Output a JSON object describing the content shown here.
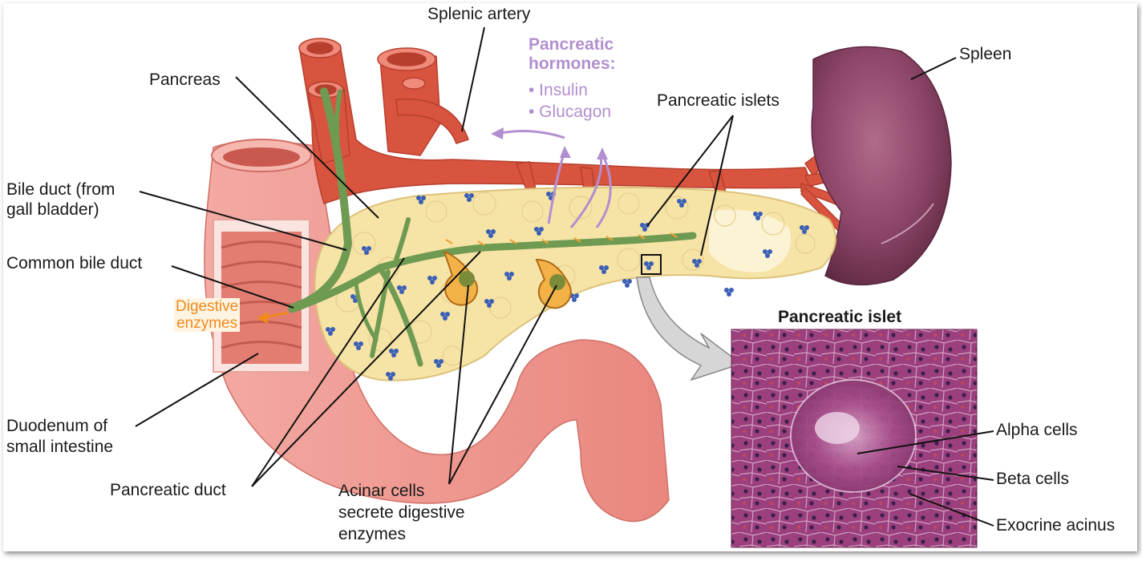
{
  "labels": {
    "splenic_artery": "Splenic artery",
    "hormones_title_1": "Pancreatic",
    "hormones_title_2": "hormones:",
    "hormone_1": "• Insulin",
    "hormone_2": "• Glucagon",
    "spleen": "Spleen",
    "pancreas": "Pancreas",
    "pancreatic_islets": "Pancreatic islets",
    "bile_duct_1": "Bile duct (from",
    "bile_duct_2": "gall bladder)",
    "common_bile_duct": "Common bile duct",
    "digestive_enzymes_1": "Digestive",
    "digestive_enzymes_2": "enzymes",
    "duodenum_1": "Duodenum of",
    "duodenum_2": "small intestine",
    "pancreatic_duct": "Pancreatic duct",
    "acinar_1": "Acinar cells",
    "acinar_2": "secrete digestive",
    "acinar_3": "enzymes",
    "pancreatic_islet_title": "Pancreatic islet",
    "alpha_cells": "Alpha cells",
    "beta_cells": "Beta cells",
    "exocrine_acinus": "Exocrine acinus"
  },
  "colors": {
    "artery": "#d9543f",
    "pancreas": "#f6e3a6",
    "duct": "#6f9a52",
    "spleen": "#7e3b5a",
    "duodenum": "#ee9a93",
    "hormone_text": "#b28fcf",
    "enzyme_text": "#f08a1c",
    "islet_dots": "#3b5fb5",
    "micrograph": "#9a3f7c"
  }
}
